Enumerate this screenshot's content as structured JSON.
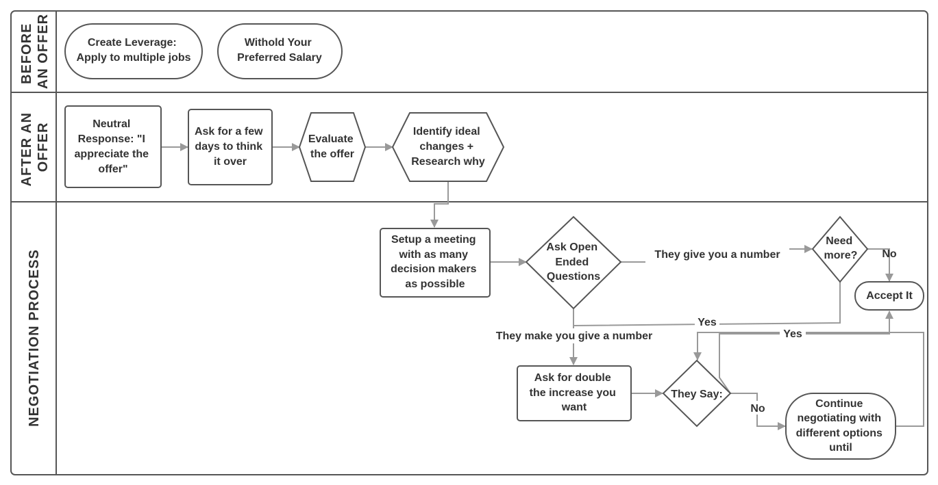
{
  "lanes": [
    {
      "id": "before",
      "lines": [
        "BEFORE",
        "AN OFFER"
      ]
    },
    {
      "id": "after",
      "lines": [
        "AFTER AN",
        "OFFER"
      ]
    },
    {
      "id": "negotiation",
      "lines": [
        "NEGOTIATION PROCESS"
      ]
    }
  ],
  "nodes": {
    "leverage": {
      "lines": [
        "Create Leverage:",
        "Apply to multiple jobs"
      ]
    },
    "withold": {
      "lines": [
        "Withold Your",
        "Preferred Salary"
      ]
    },
    "neutral": {
      "lines": [
        "Neutral",
        "Response: \"I",
        "appreciate the",
        "offer\""
      ]
    },
    "ask_days": {
      "lines": [
        "Ask for a few",
        "days to think",
        "it over"
      ]
    },
    "evaluate": {
      "lines": [
        "Evaluate",
        "the offer"
      ]
    },
    "identify": {
      "lines": [
        "Identify ideal",
        "changes +",
        "Research why"
      ]
    },
    "setup": {
      "lines": [
        "Setup a meeting",
        "with as many",
        "decision makers",
        "as possible"
      ]
    },
    "ask_open": {
      "lines": [
        "Ask Open",
        "Ended",
        "Questions"
      ]
    },
    "need_more": {
      "lines": [
        "Need",
        "more?"
      ]
    },
    "accept": {
      "lines": [
        "Accept It"
      ]
    },
    "ask_double": {
      "lines": [
        "Ask for double",
        "the increase you",
        "want"
      ]
    },
    "they_say": {
      "lines": [
        "They Say:"
      ]
    },
    "continue": {
      "lines": [
        "Continue",
        "negotiating with",
        "different options",
        "until"
      ]
    }
  },
  "edges": {
    "give_number": "They give you a number",
    "no_need": "No",
    "yes_need": "Yes",
    "make_give": "They make you give a number",
    "yes_they_say": "Yes",
    "no_they_say": "No"
  },
  "colors": {
    "border": "#555555",
    "connector": "#999999",
    "text": "#333333",
    "fill": "#ffffff"
  }
}
